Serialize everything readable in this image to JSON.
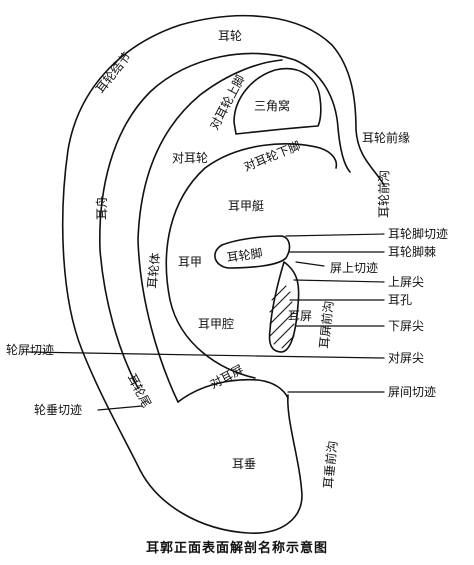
{
  "caption": "耳郭正面表面解剖名称示意图",
  "labels": {
    "erlun": "耳轮",
    "erlun_jiejie": "耳轮结节",
    "dui_erlun_shangjiao": "对耳轮上脚",
    "sanjiaowo": "三角窝",
    "dui_erlun_xiajiao": "对耳轮下脚",
    "dui_erlun": "对耳轮",
    "erzhou": "耳舟",
    "erjiating": "耳甲艇",
    "erlun_ti": "耳轮体",
    "erjia": "耳甲",
    "erlunjiao": "耳轮脚",
    "erjiaqiang": "耳甲腔",
    "erping": "耳屏",
    "erping_qiangou": "耳屏前沟",
    "dui_erping": "对耳屏",
    "erlunwei": "耳轮尾",
    "erchui": "耳垂",
    "erchui_qiangou": "耳垂前沟",
    "erlun_qianyuan": "耳轮前缘",
    "erlun_qiangou": "耳轮前沟",
    "erlunjiao_qieji": "耳轮脚切迹",
    "erlunjiao_ji": "耳轮脚棘",
    "pingshang_qieji": "屏上切迹",
    "shang_pingjian": "上屏尖",
    "erkong": "耳孔",
    "xia_pingjian": "下屏尖",
    "dui_pingjian": "对屏尖",
    "pingjian_qieji": "屏间切迹",
    "lunping_qieji": "轮屏切迹",
    "lunchui_qieji": "轮垂切迹"
  }
}
